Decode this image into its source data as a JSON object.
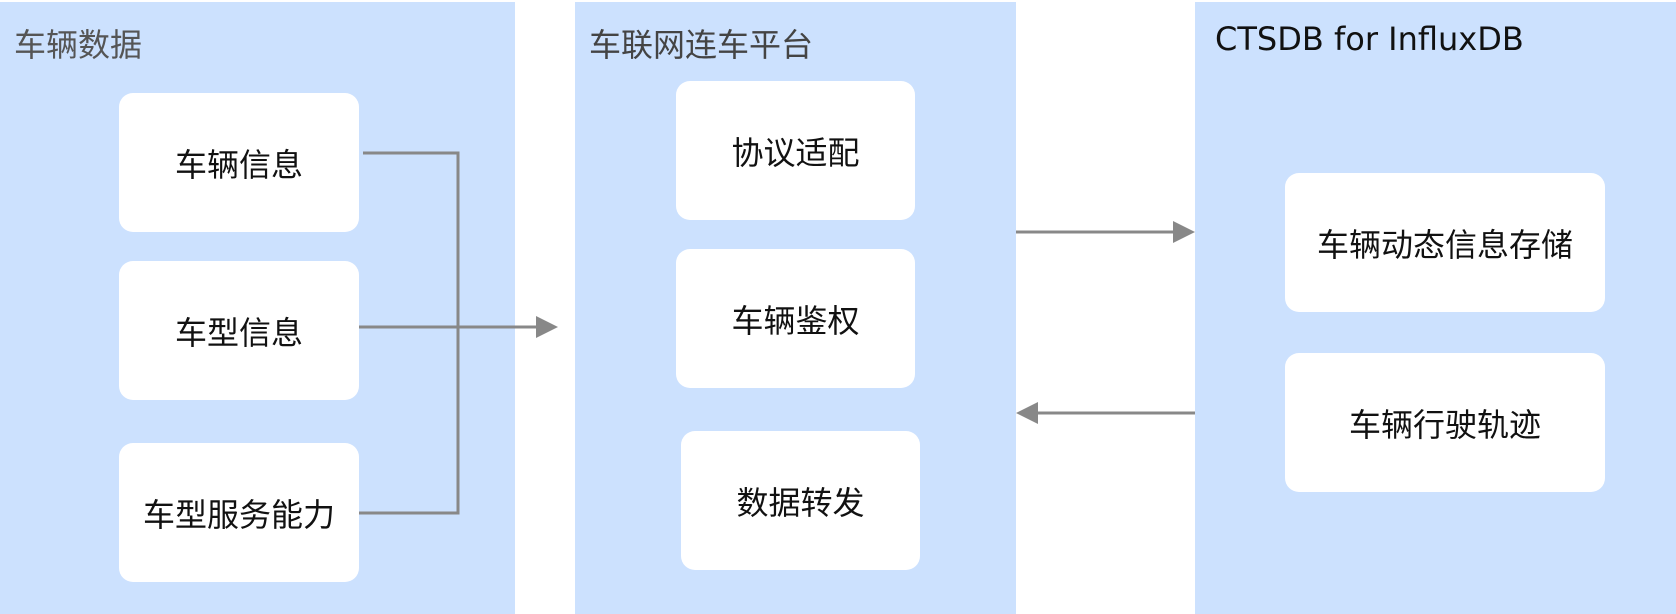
{
  "panels": [
    {
      "title": "车辆数据",
      "items": [
        "车辆信息",
        "车型信息",
        "车型服务能力"
      ]
    },
    {
      "title": "车联网连车平台",
      "items": [
        "协议适配",
        "车辆鉴权",
        "数据转发"
      ]
    },
    {
      "title": "CTSDB for InfluxDB",
      "items": [
        "车辆动态信息存储",
        "车辆行驶轨迹"
      ]
    }
  ],
  "colors": {
    "panel": "#cce1fe",
    "arrow": "#888888"
  }
}
